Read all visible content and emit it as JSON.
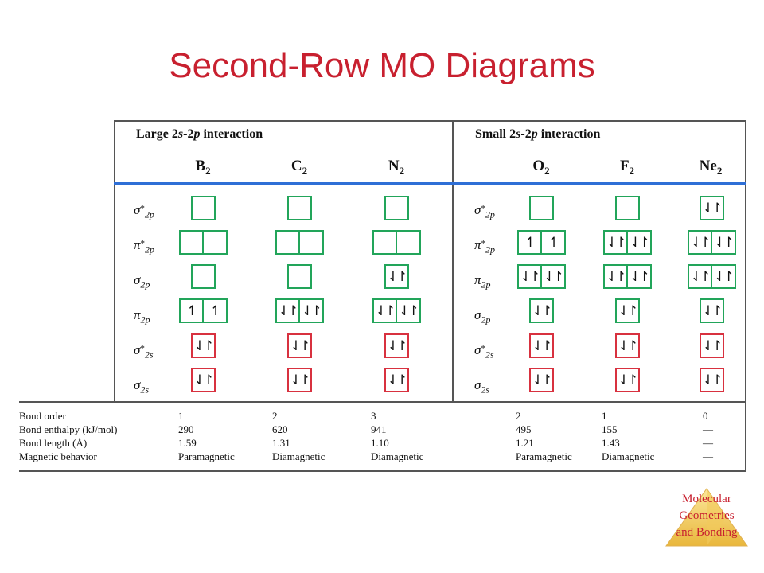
{
  "title": "Second-Row MO Diagrams",
  "header": {
    "large": {
      "prefix": "Large 2",
      "s": "s",
      "mid": "-2",
      "p": "p",
      "suffix": " interaction"
    },
    "small": {
      "prefix": "Small 2",
      "s": "s",
      "mid": "-2",
      "p": "p",
      "suffix": " interaction"
    }
  },
  "molecules": [
    {
      "sym": "B",
      "sub": "2"
    },
    {
      "sym": "C",
      "sub": "2"
    },
    {
      "sym": "N",
      "sub": "2"
    },
    {
      "sym": "O",
      "sub": "2"
    },
    {
      "sym": "F",
      "sub": "2"
    },
    {
      "sym": "Ne",
      "sub": "2"
    }
  ],
  "orbital_labels": [
    {
      "base": "σ",
      "star": "*",
      "sub": "2p"
    },
    {
      "base": "π",
      "star": "*",
      "sub": "2p"
    },
    {
      "base": "σ",
      "star": "",
      "sub": "2p"
    },
    {
      "base": "π",
      "star": "",
      "sub": "2p"
    },
    {
      "base": "σ",
      "star": "*",
      "sub": "2s"
    },
    {
      "base": "σ",
      "star": "",
      "sub": "2s"
    }
  ],
  "orbital_labels_small": [
    {
      "base": "σ",
      "star": "*",
      "sub": "2p"
    },
    {
      "base": "π",
      "star": "*",
      "sub": "2p"
    },
    {
      "base": "π",
      "star": "",
      "sub": "2p"
    },
    {
      "base": "σ",
      "star": "",
      "sub": "2p"
    },
    {
      "base": "σ",
      "star": "*",
      "sub": "2s"
    },
    {
      "base": "σ",
      "star": "",
      "sub": "2s"
    }
  ],
  "occupancy": {
    "up": "↿",
    "pair": "⇃↾",
    "B2": [
      [
        ""
      ],
      [
        "",
        ""
      ],
      [
        ""
      ],
      [
        "↿",
        "↿"
      ],
      [
        "⇃↾"
      ],
      [
        "⇃↾"
      ]
    ],
    "C2": [
      [
        ""
      ],
      [
        "",
        ""
      ],
      [
        ""
      ],
      [
        "⇃↾",
        "⇃↾"
      ],
      [
        "⇃↾"
      ],
      [
        "⇃↾"
      ]
    ],
    "N2": [
      [
        ""
      ],
      [
        "",
        ""
      ],
      [
        "⇃↾"
      ],
      [
        "⇃↾",
        "⇃↾"
      ],
      [
        "⇃↾"
      ],
      [
        "⇃↾"
      ]
    ],
    "O2": [
      [
        ""
      ],
      [
        "↿",
        "↿"
      ],
      [
        "⇃↾",
        "⇃↾"
      ],
      [
        "⇃↾"
      ],
      [
        "⇃↾"
      ],
      [
        "⇃↾"
      ]
    ],
    "F2": [
      [
        ""
      ],
      [
        "⇃↾",
        "⇃↾"
      ],
      [
        "⇃↾",
        "⇃↾"
      ],
      [
        "⇃↾"
      ],
      [
        "⇃↾"
      ],
      [
        "⇃↾"
      ]
    ],
    "Ne2": [
      [
        "⇃↾"
      ],
      [
        "⇃↾",
        "⇃↾"
      ],
      [
        "⇃↾",
        "⇃↾"
      ],
      [
        "⇃↾"
      ],
      [
        "⇃↾"
      ],
      [
        "⇃↾"
      ]
    ]
  },
  "properties": {
    "labels": [
      "Bond order",
      "Bond enthalpy (kJ/mol)",
      "Bond length (Å)",
      "Magnetic behavior"
    ],
    "values": [
      [
        "1",
        "290",
        "1.59",
        "Paramagnetic"
      ],
      [
        "2",
        "620",
        "1.31",
        "Diamagnetic"
      ],
      [
        "3",
        "941",
        "1.10",
        "Diamagnetic"
      ],
      [
        "2",
        "495",
        "1.21",
        "Paramagnetic"
      ],
      [
        "1",
        "155",
        "1.43",
        "Diamagnetic"
      ],
      [
        "0",
        "—",
        "—",
        "—"
      ]
    ]
  },
  "corner": [
    "Molecular",
    "Geometries",
    "and Bonding"
  ]
}
